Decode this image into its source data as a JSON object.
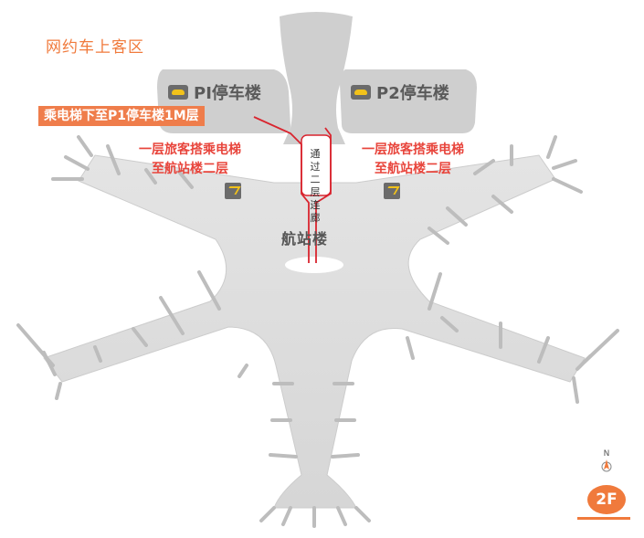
{
  "zone_title": "网约车上客区",
  "parking": {
    "p1_label": "PI停车楼",
    "p2_label": "P2停车楼",
    "icon": "car-icon"
  },
  "banner": "乘电梯下至P1停车楼1M层",
  "left_instruction": {
    "line1": "一层旅客搭乘电梯",
    "line2": "至航站楼二层"
  },
  "right_instruction": {
    "line1": "一层旅客搭乘电梯",
    "line2": "至航站楼二层"
  },
  "corridor_label": "通过二层连廊",
  "terminal_label": "航站楼",
  "compass": "N",
  "floor": "2F",
  "colors": {
    "accent": "#f07a3c",
    "route": "#d9252f",
    "building": "#dcdcdc",
    "icon_yellow": "#f2c21a"
  }
}
